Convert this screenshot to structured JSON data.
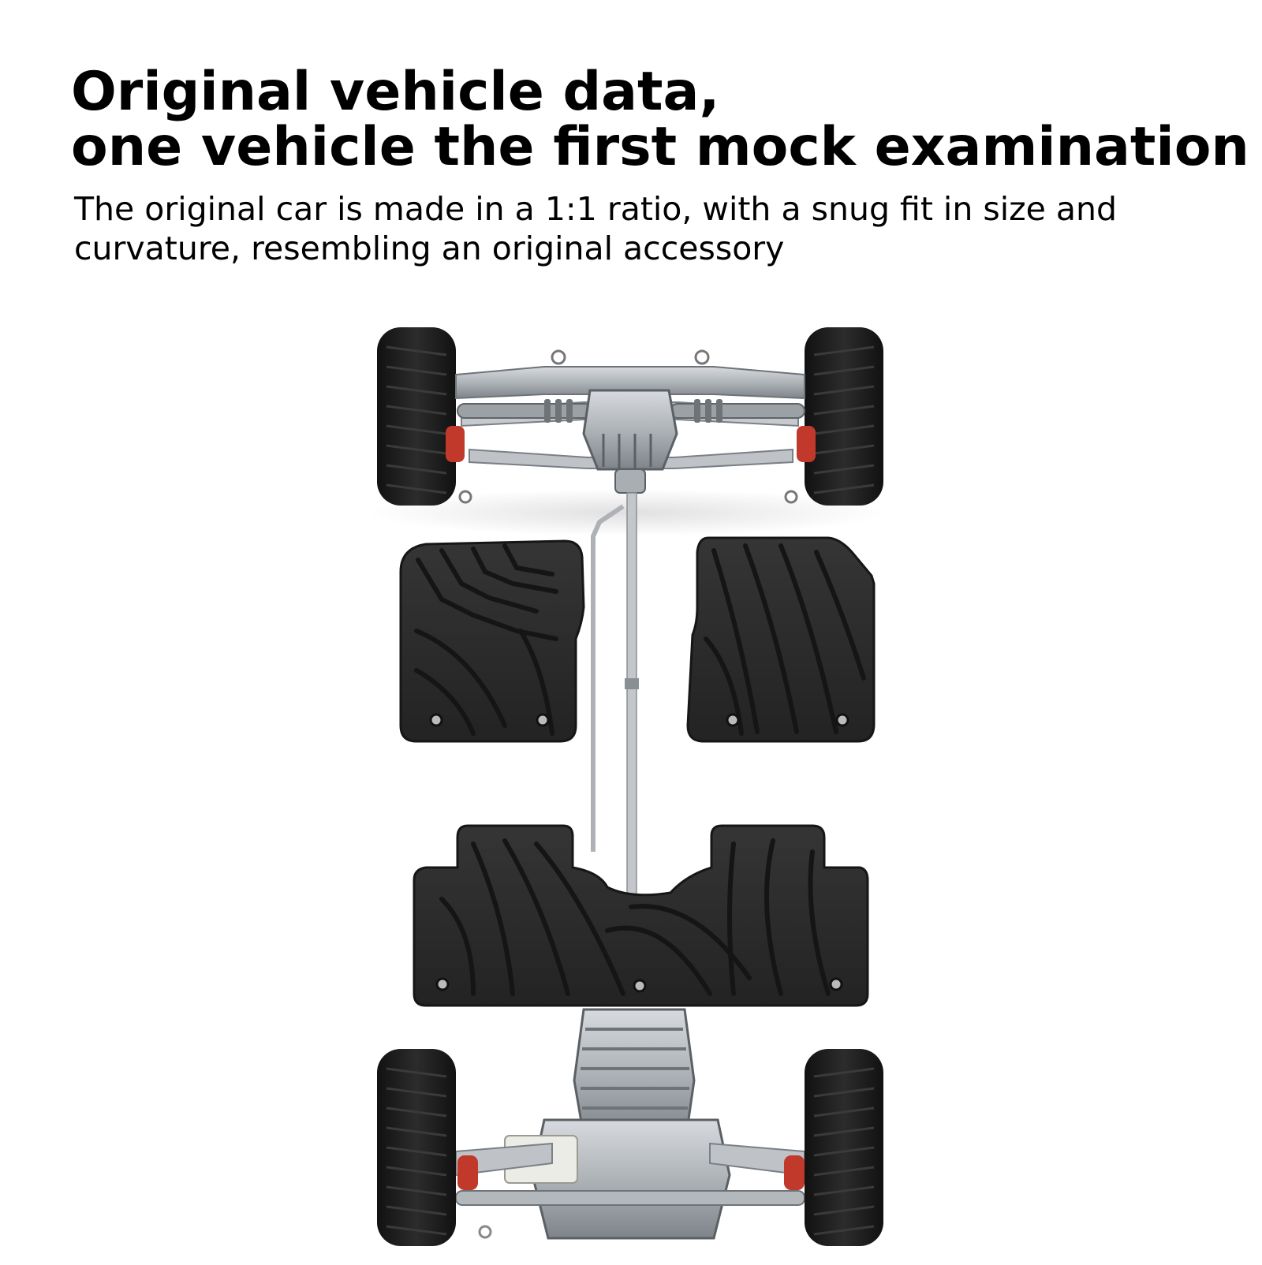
{
  "headline": {
    "line1": "Original vehicle data,",
    "line2": "one vehicle the first mock examination"
  },
  "subtitle": "The original car is made in a 1:1 ratio, with a snug fit in size and curvature, resembling an original accessory",
  "illustration": {
    "subject": "car chassis with front and rear floor mats",
    "colors": {
      "background": "#ffffff",
      "mat": "#2b2b2b",
      "mat_groove": "#1a1a1a",
      "tire": "#1e1e1e",
      "metal": "#b9bdc2",
      "metal_dark": "#7d8287",
      "accent_red": "#c0392b"
    }
  }
}
